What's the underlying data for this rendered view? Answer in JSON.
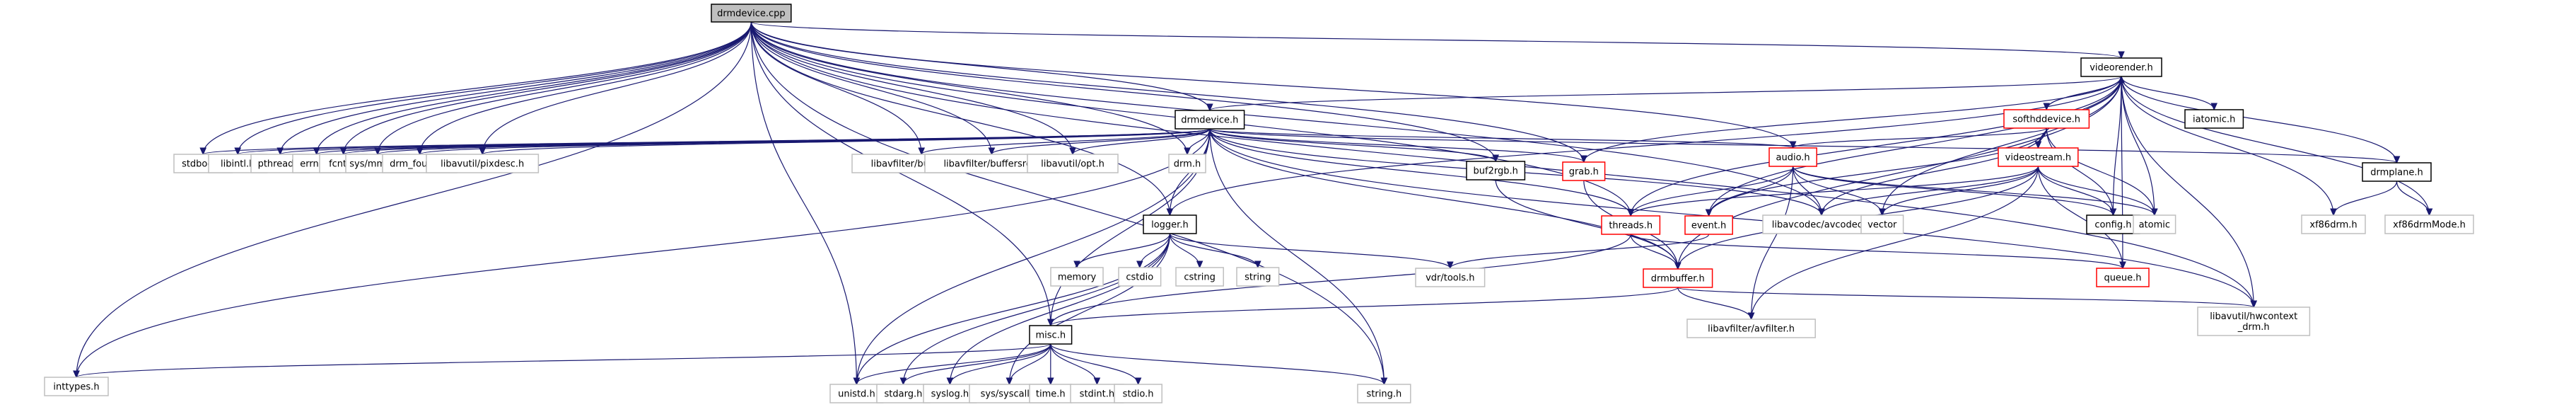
{
  "diagram": {
    "type": "include-dependency-graph",
    "root": "drmdevice.cpp",
    "colors": {
      "edge": "#191970",
      "root_fill": "#bfbfbf",
      "documented_border": "#000000",
      "undocumented_border": "#bfbfbf",
      "incomplete_border": "#ff0000",
      "node_fill": "#ffffff"
    },
    "nodes": [
      {
        "id": "drmdevice_cpp",
        "label": "drmdevice.cpp",
        "kind": "root"
      },
      {
        "id": "videorender_h",
        "label": "videorender.h",
        "kind": "documented"
      },
      {
        "id": "softhddevice_h",
        "label": "softhddevice.h",
        "kind": "incomplete"
      },
      {
        "id": "iatomic_h",
        "label": "iatomic.h",
        "kind": "documented"
      },
      {
        "id": "drmdevice_h",
        "label": "drmdevice.h",
        "kind": "documented"
      },
      {
        "id": "drmplane_h",
        "label": "drmplane.h",
        "kind": "documented"
      },
      {
        "id": "audio_h",
        "label": "audio.h",
        "kind": "incomplete"
      },
      {
        "id": "videostream_h",
        "label": "videostream.h",
        "kind": "incomplete"
      },
      {
        "id": "stdbool_h",
        "label": "stdbool.h",
        "kind": "system"
      },
      {
        "id": "libintl_h",
        "label": "libintl.h",
        "kind": "system"
      },
      {
        "id": "pthread_h",
        "label": "pthread.h",
        "kind": "system"
      },
      {
        "id": "errno_h",
        "label": "errno.h",
        "kind": "system"
      },
      {
        "id": "fcntl_h",
        "label": "fcntl.h",
        "kind": "system"
      },
      {
        "id": "sys_mman_h",
        "label": "sys/mman.h",
        "kind": "system"
      },
      {
        "id": "drm_fourcc_h",
        "label": "drm_fourcc.h",
        "kind": "system"
      },
      {
        "id": "libavutil_pixdesc_h",
        "label": "libavutil/pixdesc.h",
        "kind": "system"
      },
      {
        "id": "libavfilter_buffersink_h",
        "label": "libavfilter/buffersink.h",
        "kind": "system"
      },
      {
        "id": "libavfilter_buffersrc_h",
        "label": "libavfilter/buffersrc.h",
        "kind": "system"
      },
      {
        "id": "libavutil_opt_h",
        "label": "libavutil/opt.h",
        "kind": "system"
      },
      {
        "id": "drm_h",
        "label": "drm.h",
        "kind": "system"
      },
      {
        "id": "buf2rgb_h",
        "label": "buf2rgb.h",
        "kind": "documented"
      },
      {
        "id": "grab_h",
        "label": "grab.h",
        "kind": "incomplete"
      },
      {
        "id": "threads_h",
        "label": "threads.h",
        "kind": "incomplete"
      },
      {
        "id": "event_h",
        "label": "event.h",
        "kind": "incomplete"
      },
      {
        "id": "libavcodec_avcodec_h",
        "label": "libavcodec/avcodec.h",
        "kind": "system"
      },
      {
        "id": "vector",
        "label": "vector",
        "kind": "system"
      },
      {
        "id": "config_h",
        "label": "config.h",
        "kind": "documented"
      },
      {
        "id": "atomic",
        "label": "atomic",
        "kind": "system"
      },
      {
        "id": "xf86drm_h",
        "label": "xf86drm.h",
        "kind": "system"
      },
      {
        "id": "xf86drmMode_h",
        "label": "xf86drmMode.h",
        "kind": "system"
      },
      {
        "id": "logger_h",
        "label": "logger.h",
        "kind": "documented"
      },
      {
        "id": "memory",
        "label": "memory",
        "kind": "system"
      },
      {
        "id": "cstdio",
        "label": "cstdio",
        "kind": "system"
      },
      {
        "id": "cstring",
        "label": "cstring",
        "kind": "system"
      },
      {
        "id": "string",
        "label": "string",
        "kind": "system"
      },
      {
        "id": "vdr_tools_h",
        "label": "vdr/tools.h",
        "kind": "system"
      },
      {
        "id": "drmbuffer_h",
        "label": "drmbuffer.h",
        "kind": "incomplete"
      },
      {
        "id": "queue_h",
        "label": "queue.h",
        "kind": "incomplete"
      },
      {
        "id": "libavfilter_avfilter_h",
        "label": "libavfilter/avfilter.h",
        "kind": "system"
      },
      {
        "id": "libavutil_hwcontext_drm_h",
        "label": "libavutil/hwcontext\n_drm.h",
        "kind": "system"
      },
      {
        "id": "misc_h",
        "label": "misc.h",
        "kind": "documented"
      },
      {
        "id": "inttypes_h",
        "label": "inttypes.h",
        "kind": "system"
      },
      {
        "id": "unistd_h",
        "label": "unistd.h",
        "kind": "system"
      },
      {
        "id": "stdarg_h",
        "label": "stdarg.h",
        "kind": "system"
      },
      {
        "id": "syslog_h",
        "label": "syslog.h",
        "kind": "system"
      },
      {
        "id": "sys_syscall_h",
        "label": "sys/syscall.h",
        "kind": "system"
      },
      {
        "id": "time_h",
        "label": "time.h",
        "kind": "system"
      },
      {
        "id": "stdint_h",
        "label": "stdint.h",
        "kind": "system"
      },
      {
        "id": "stdio_h",
        "label": "stdio.h",
        "kind": "system"
      },
      {
        "id": "string_h",
        "label": "string.h",
        "kind": "system"
      }
    ],
    "edges": [
      [
        "drmdevice_cpp",
        "videorender_h"
      ],
      [
        "drmdevice_cpp",
        "drmdevice_h"
      ],
      [
        "drmdevice_cpp",
        "stdbool_h"
      ],
      [
        "drmdevice_cpp",
        "libintl_h"
      ],
      [
        "drmdevice_cpp",
        "pthread_h"
      ],
      [
        "drmdevice_cpp",
        "errno_h"
      ],
      [
        "drmdevice_cpp",
        "fcntl_h"
      ],
      [
        "drmdevice_cpp",
        "sys_mman_h"
      ],
      [
        "drmdevice_cpp",
        "drm_fourcc_h"
      ],
      [
        "drmdevice_cpp",
        "libavutil_pixdesc_h"
      ],
      [
        "drmdevice_cpp",
        "libavfilter_buffersink_h"
      ],
      [
        "drmdevice_cpp",
        "libavfilter_buffersrc_h"
      ],
      [
        "drmdevice_cpp",
        "libavutil_opt_h"
      ],
      [
        "drmdevice_cpp",
        "drm_h"
      ],
      [
        "drmdevice_cpp",
        "buf2rgb_h"
      ],
      [
        "drmdevice_cpp",
        "grab_h"
      ],
      [
        "drmdevice_cpp",
        "threads_h"
      ],
      [
        "drmdevice_cpp",
        "audio_h"
      ],
      [
        "drmdevice_cpp",
        "libavcodec_avcodec_h"
      ],
      [
        "drmdevice_cpp",
        "logger_h"
      ],
      [
        "drmdevice_cpp",
        "misc_h"
      ],
      [
        "drmdevice_cpp",
        "inttypes_h"
      ],
      [
        "drmdevice_cpp",
        "unistd_h"
      ],
      [
        "drmdevice_cpp",
        "string_h"
      ],
      [
        "drmdevice_cpp",
        "libavutil_hwcontext_drm_h"
      ],
      [
        "videorender_h",
        "drmdevice_h"
      ],
      [
        "videorender_h",
        "softhddevice_h"
      ],
      [
        "videorender_h",
        "iatomic_h"
      ],
      [
        "videorender_h",
        "videostream_h"
      ],
      [
        "videorender_h",
        "drmplane_h"
      ],
      [
        "videorender_h",
        "grab_h"
      ],
      [
        "videorender_h",
        "threads_h"
      ],
      [
        "videorender_h",
        "event_h"
      ],
      [
        "videorender_h",
        "logger_h"
      ],
      [
        "videorender_h",
        "drmbuffer_h"
      ],
      [
        "videorender_h",
        "queue_h"
      ],
      [
        "videorender_h",
        "vector"
      ],
      [
        "videorender_h",
        "config_h"
      ],
      [
        "videorender_h",
        "atomic"
      ],
      [
        "videorender_h",
        "xf86drm_h"
      ],
      [
        "videorender_h",
        "xf86drmMode_h"
      ],
      [
        "videorender_h",
        "libavutil_hwcontext_drm_h"
      ],
      [
        "softhddevice_h",
        "videorender_h"
      ],
      [
        "softhddevice_h",
        "audio_h"
      ],
      [
        "softhddevice_h",
        "videostream_h"
      ],
      [
        "softhddevice_h",
        "event_h"
      ],
      [
        "softhddevice_h",
        "config_h"
      ],
      [
        "softhddevice_h",
        "atomic"
      ],
      [
        "softhddevice_h",
        "libavcodec_avcodec_h"
      ],
      [
        "videostream_h",
        "videorender_h"
      ],
      [
        "videostream_h",
        "threads_h"
      ],
      [
        "videostream_h",
        "libavcodec_avcodec_h"
      ],
      [
        "videostream_h",
        "vector"
      ],
      [
        "videostream_h",
        "config_h"
      ],
      [
        "videostream_h",
        "atomic"
      ],
      [
        "videostream_h",
        "drmbuffer_h"
      ],
      [
        "videostream_h",
        "queue_h"
      ],
      [
        "videostream_h",
        "libavfilter_avfilter_h"
      ],
      [
        "drmdevice_h",
        "stdbool_h"
      ],
      [
        "drmdevice_h",
        "libintl_h"
      ],
      [
        "drmdevice_h",
        "pthread_h"
      ],
      [
        "drmdevice_h",
        "errno_h"
      ],
      [
        "drmdevice_h",
        "fcntl_h"
      ],
      [
        "drmdevice_h",
        "sys_mman_h"
      ],
      [
        "drmdevice_h",
        "drm_fourcc_h"
      ],
      [
        "drmdevice_h",
        "libavutil_pixdesc_h"
      ],
      [
        "drmdevice_h",
        "libavfilter_buffersink_h"
      ],
      [
        "drmdevice_h",
        "libavfilter_buffersrc_h"
      ],
      [
        "drmdevice_h",
        "libavutil_opt_h"
      ],
      [
        "drmdevice_h",
        "drm_h"
      ],
      [
        "drmdevice_h",
        "buf2rgb_h"
      ],
      [
        "drmdevice_h",
        "grab_h"
      ],
      [
        "drmdevice_h",
        "threads_h"
      ],
      [
        "drmdevice_h",
        "audio_h"
      ],
      [
        "drmdevice_h",
        "drmplane_h"
      ],
      [
        "drmdevice_h",
        "libavcodec_avcodec_h"
      ],
      [
        "drmdevice_h",
        "logger_h"
      ],
      [
        "drmdevice_h",
        "misc_h"
      ],
      [
        "drmdevice_h",
        "inttypes_h"
      ],
      [
        "drmdevice_h",
        "unistd_h"
      ],
      [
        "drmdevice_h",
        "string_h"
      ],
      [
        "drmdevice_h",
        "libavutil_hwcontext_drm_h"
      ],
      [
        "drmdevice_h",
        "drmbuffer_h"
      ],
      [
        "drmplane_h",
        "xf86drm_h"
      ],
      [
        "drmplane_h",
        "xf86drmMode_h"
      ],
      [
        "audio_h",
        "threads_h"
      ],
      [
        "audio_h",
        "event_h"
      ],
      [
        "audio_h",
        "libavcodec_avcodec_h"
      ],
      [
        "audio_h",
        "vector"
      ],
      [
        "audio_h",
        "config_h"
      ],
      [
        "audio_h",
        "atomic"
      ],
      [
        "audio_h",
        "libavfilter_avfilter_h"
      ],
      [
        "buf2rgb_h",
        "drmbuffer_h"
      ],
      [
        "grab_h",
        "drmbuffer_h"
      ],
      [
        "threads_h",
        "drmbuffer_h"
      ],
      [
        "threads_h",
        "misc_h"
      ],
      [
        "threads_h",
        "queue_h"
      ],
      [
        "event_h",
        "vdr_tools_h"
      ],
      [
        "drmbuffer_h",
        "misc_h"
      ],
      [
        "drmbuffer_h",
        "libavfilter_avfilter_h"
      ],
      [
        "drmbuffer_h",
        "libavutil_hwcontext_drm_h"
      ],
      [
        "logger_h",
        "memory"
      ],
      [
        "logger_h",
        "cstdio"
      ],
      [
        "logger_h",
        "cstring"
      ],
      [
        "logger_h",
        "string"
      ],
      [
        "logger_h",
        "vdr_tools_h"
      ],
      [
        "logger_h",
        "unistd_h"
      ],
      [
        "logger_h",
        "stdarg_h"
      ],
      [
        "logger_h",
        "syslog_h"
      ],
      [
        "logger_h",
        "sys_syscall_h"
      ],
      [
        "misc_h",
        "unistd_h"
      ],
      [
        "misc_h",
        "stdarg_h"
      ],
      [
        "misc_h",
        "syslog_h"
      ],
      [
        "misc_h",
        "sys_syscall_h"
      ],
      [
        "misc_h",
        "time_h"
      ],
      [
        "misc_h",
        "stdint_h"
      ],
      [
        "misc_h",
        "stdio_h"
      ],
      [
        "misc_h",
        "string_h"
      ],
      [
        "misc_h",
        "inttypes_h"
      ]
    ]
  }
}
